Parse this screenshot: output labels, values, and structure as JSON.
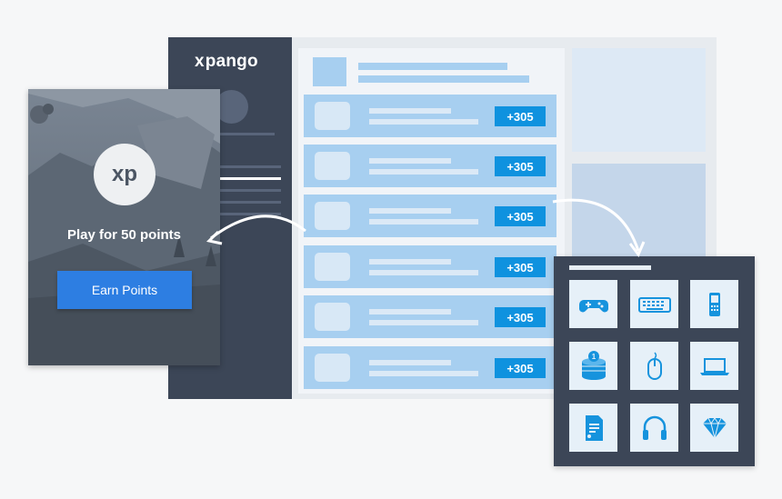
{
  "app": {
    "logo_text": "pango",
    "logo_mark": "x"
  },
  "offers": [
    {
      "points": "+305"
    },
    {
      "points": "+305"
    },
    {
      "points": "+305"
    },
    {
      "points": "+305"
    },
    {
      "points": "+305"
    },
    {
      "points": "+305"
    }
  ],
  "game_card": {
    "badge_text": "xp",
    "play_label": "Play for 50 points",
    "earn_button_label": "Earn Points"
  },
  "rewards": {
    "icons": [
      "gamepad-icon",
      "keyboard-icon",
      "phone-icon",
      "coins-icon",
      "mouse-icon",
      "laptop-icon",
      "gift-card-icon",
      "headphones-icon",
      "diamond-icon"
    ]
  },
  "colors": {
    "accent": "#0f92df",
    "sidebar": "#3c4657",
    "button": "#2d7ee2",
    "row": "#a7cff0"
  }
}
